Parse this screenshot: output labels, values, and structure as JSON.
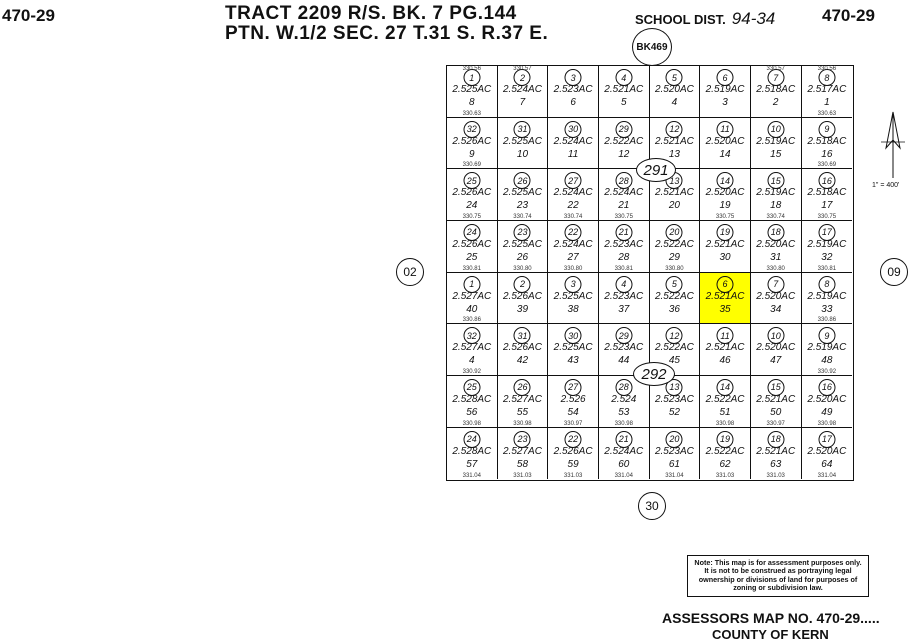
{
  "header": {
    "map_left": "470-29",
    "map_right": "470-29",
    "tract_line1": "TRACT 2209 R/S. BK. 7 PG.144",
    "tract_line2": "PTN. W.1/2 SEC. 27 T.31 S. R.37 E.",
    "school_label": "SCHOOL DIST.",
    "school_value": "94-34",
    "book": "BK469"
  },
  "adjacent": {
    "left": "02",
    "right": "09",
    "bottom": "30"
  },
  "block_labels": [
    "291",
    "292"
  ],
  "scale": "1\" = 400'",
  "note": "Note: This map is for assessment purposes only. It is not to be construed as portraying legal ownership or divisions of land for purposes of zoning or subdivision law.",
  "footer": {
    "line1": "ASSESSORS MAP NO. 470-29.....",
    "line2": "COUNTY OF KERN"
  },
  "highlight_color": "#ffff00",
  "rows": [
    [
      {
        "lot": "1",
        "area": "2.525AC",
        "parcel": "8",
        "top": "330.56",
        "bottom": "330.63"
      },
      {
        "lot": "2",
        "area": "2.524AC",
        "parcel": "7",
        "top": "330.57",
        "bottom": ""
      },
      {
        "lot": "3",
        "area": "2.523AC",
        "parcel": "6",
        "top": "",
        "bottom": ""
      },
      {
        "lot": "4",
        "area": "2.521AC",
        "parcel": "5",
        "top": "",
        "bottom": ""
      },
      {
        "lot": "5",
        "area": "2.520AC",
        "parcel": "4",
        "top": "",
        "bottom": ""
      },
      {
        "lot": "6",
        "area": "2.519AC",
        "parcel": "3",
        "top": "",
        "bottom": ""
      },
      {
        "lot": "7",
        "area": "2.518AC",
        "parcel": "2",
        "top": "330.57",
        "bottom": ""
      },
      {
        "lot": "8",
        "area": "2.517AC",
        "parcel": "1",
        "top": "330.56",
        "bottom": "330.63"
      }
    ],
    [
      {
        "lot": "32",
        "area": "2.526AC",
        "parcel": "9",
        "top": "",
        "bottom": "330.69"
      },
      {
        "lot": "31",
        "area": "2.525AC",
        "parcel": "10",
        "top": "",
        "bottom": ""
      },
      {
        "lot": "30",
        "area": "2.524AC",
        "parcel": "11",
        "top": "",
        "bottom": ""
      },
      {
        "lot": "29",
        "area": "2.522AC",
        "parcel": "12",
        "top": "",
        "bottom": ""
      },
      {
        "lot": "12",
        "area": "2.521AC",
        "parcel": "13",
        "top": "",
        "bottom": ""
      },
      {
        "lot": "11",
        "area": "2.520AC",
        "parcel": "14",
        "top": "",
        "bottom": ""
      },
      {
        "lot": "10",
        "area": "2.519AC",
        "parcel": "15",
        "top": "",
        "bottom": ""
      },
      {
        "lot": "9",
        "area": "2.518AC",
        "parcel": "16",
        "top": "",
        "bottom": "330.69"
      }
    ],
    [
      {
        "lot": "25",
        "area": "2.526AC",
        "parcel": "24",
        "top": "",
        "bottom": "330.75"
      },
      {
        "lot": "26",
        "area": "2.525AC",
        "parcel": "23",
        "top": "",
        "bottom": "330.74"
      },
      {
        "lot": "27",
        "area": "2.524AC",
        "parcel": "22",
        "top": "",
        "bottom": "330.74"
      },
      {
        "lot": "28",
        "area": "2.524AC",
        "parcel": "21",
        "top": "",
        "bottom": "330.75"
      },
      {
        "lot": "13",
        "area": "2.521AC",
        "parcel": "20",
        "top": "",
        "bottom": ""
      },
      {
        "lot": "14",
        "area": "2.520AC",
        "parcel": "19",
        "top": "",
        "bottom": "330.75"
      },
      {
        "lot": "15",
        "area": "2.519AC",
        "parcel": "18",
        "top": "",
        "bottom": "330.74"
      },
      {
        "lot": "16",
        "area": "2.518AC",
        "parcel": "17",
        "top": "",
        "bottom": "330.75"
      }
    ],
    [
      {
        "lot": "24",
        "area": "2.526AC",
        "parcel": "25",
        "top": "",
        "bottom": "330.81"
      },
      {
        "lot": "23",
        "area": "2.525AC",
        "parcel": "26",
        "top": "",
        "bottom": "330.80"
      },
      {
        "lot": "22",
        "area": "2.524AC",
        "parcel": "27",
        "top": "",
        "bottom": "330.80"
      },
      {
        "lot": "21",
        "area": "2.523AC",
        "parcel": "28",
        "top": "",
        "bottom": "330.81"
      },
      {
        "lot": "20",
        "area": "2.522AC",
        "parcel": "29",
        "top": "",
        "bottom": "330.80"
      },
      {
        "lot": "19",
        "area": "2.521AC",
        "parcel": "30",
        "top": "",
        "bottom": ""
      },
      {
        "lot": "18",
        "area": "2.520AC",
        "parcel": "31",
        "top": "",
        "bottom": "330.80"
      },
      {
        "lot": "17",
        "area": "2.519AC",
        "parcel": "32",
        "top": "",
        "bottom": "330.81"
      }
    ],
    [
      {
        "lot": "1",
        "area": "2.527AC",
        "parcel": "40",
        "top": "",
        "bottom": "330.86"
      },
      {
        "lot": "2",
        "area": "2.526AC",
        "parcel": "39",
        "top": "",
        "bottom": ""
      },
      {
        "lot": "3",
        "area": "2.525AC",
        "parcel": "38",
        "top": "",
        "bottom": ""
      },
      {
        "lot": "4",
        "area": "2.523AC",
        "parcel": "37",
        "top": "",
        "bottom": ""
      },
      {
        "lot": "5",
        "area": "2.522AC",
        "parcel": "36",
        "top": "",
        "bottom": ""
      },
      {
        "lot": "6",
        "area": "2.521AC",
        "parcel": "35",
        "top": "",
        "bottom": "",
        "highlight": true
      },
      {
        "lot": "7",
        "area": "2.520AC",
        "parcel": "34",
        "top": "",
        "bottom": ""
      },
      {
        "lot": "8",
        "area": "2.519AC",
        "parcel": "33",
        "top": "",
        "bottom": "330.86"
      }
    ],
    [
      {
        "lot": "32",
        "area": "2.527AC",
        "parcel": "4",
        "top": "",
        "bottom": "330.92"
      },
      {
        "lot": "31",
        "area": "2.526AC",
        "parcel": "42",
        "top": "",
        "bottom": ""
      },
      {
        "lot": "30",
        "area": "2.525AC",
        "parcel": "43",
        "top": "",
        "bottom": ""
      },
      {
        "lot": "29",
        "area": "2.523AC",
        "parcel": "44",
        "top": "",
        "bottom": ""
      },
      {
        "lot": "12",
        "area": "2.522AC",
        "parcel": "45",
        "top": "",
        "bottom": ""
      },
      {
        "lot": "11",
        "area": "2.521AC",
        "parcel": "46",
        "top": "",
        "bottom": ""
      },
      {
        "lot": "10",
        "area": "2.520AC",
        "parcel": "47",
        "top": "",
        "bottom": ""
      },
      {
        "lot": "9",
        "area": "2.519AC",
        "parcel": "48",
        "top": "",
        "bottom": "330.92"
      }
    ],
    [
      {
        "lot": "25",
        "area": "2.528AC",
        "parcel": "56",
        "top": "",
        "bottom": "330.98"
      },
      {
        "lot": "26",
        "area": "2.527AC",
        "parcel": "55",
        "top": "",
        "bottom": "330.98"
      },
      {
        "lot": "27",
        "area": "2.526",
        "parcel": "54",
        "top": "",
        "bottom": "330.97"
      },
      {
        "lot": "28",
        "area": "2.524",
        "parcel": "53",
        "top": "",
        "bottom": "330.98"
      },
      {
        "lot": "13",
        "area": "2.523AC",
        "parcel": "52",
        "top": "",
        "bottom": ""
      },
      {
        "lot": "14",
        "area": "2.522AC",
        "parcel": "51",
        "top": "",
        "bottom": "330.98"
      },
      {
        "lot": "15",
        "area": "2.521AC",
        "parcel": "50",
        "top": "",
        "bottom": "330.97"
      },
      {
        "lot": "16",
        "area": "2.520AC",
        "parcel": "49",
        "top": "",
        "bottom": "330.98"
      }
    ],
    [
      {
        "lot": "24",
        "area": "2.528AC",
        "parcel": "57",
        "top": "",
        "bottom": "331.04"
      },
      {
        "lot": "23",
        "area": "2.527AC",
        "parcel": "58",
        "top": "",
        "bottom": "331.03"
      },
      {
        "lot": "22",
        "area": "2.526AC",
        "parcel": "59",
        "top": "",
        "bottom": "331.03"
      },
      {
        "lot": "21",
        "area": "2.524AC",
        "parcel": "60",
        "top": "",
        "bottom": "331.04"
      },
      {
        "lot": "20",
        "area": "2.523AC",
        "parcel": "61",
        "top": "",
        "bottom": "331.04"
      },
      {
        "lot": "19",
        "area": "2.522AC",
        "parcel": "62",
        "top": "",
        "bottom": "331.03"
      },
      {
        "lot": "18",
        "area": "2.521AC",
        "parcel": "63",
        "top": "",
        "bottom": "331.03"
      },
      {
        "lot": "17",
        "area": "2.520AC",
        "parcel": "64",
        "top": "",
        "bottom": "331.04"
      }
    ]
  ]
}
